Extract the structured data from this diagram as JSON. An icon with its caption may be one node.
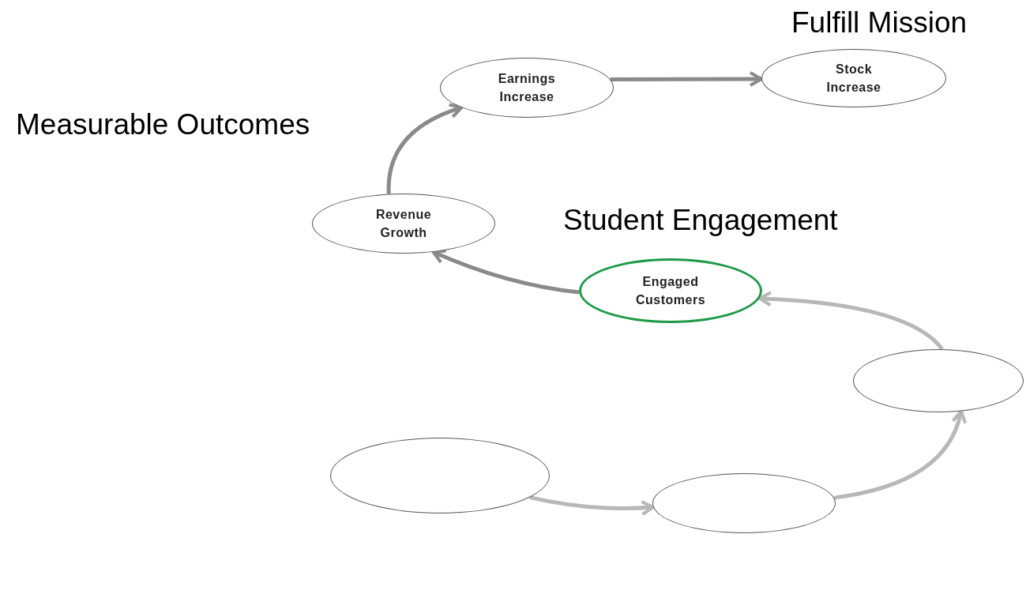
{
  "diagram": {
    "nodes": [
      {
        "text": [
          "Earnings Increase"
        ]
      },
      {
        "text": [
          "Stock Increase"
        ]
      },
      {
        "text": [
          "Revenue Growth"
        ]
      },
      {
        "text": [
          "Engaged Customers"
        ]
      },
      {
        "text": [],
        "shape": "ellipse"
      },
      {
        "text": [],
        "shape": "ellipse"
      },
      {
        "text": [],
        "shape": "ellipse"
      }
    ],
    "edges": [
      {
        "from": 5,
        "to": 6,
        "arrow": "to",
        "color": "#b8b8b8"
      },
      {
        "from": 6,
        "to": 4,
        "arrow": "to",
        "color": "#b8b8b8"
      },
      {
        "from": 4,
        "to": 3,
        "arrow": "to",
        "color": "#b8b8b8"
      },
      {
        "from": 3,
        "to": 2,
        "arrow": "to"
      },
      {
        "from": 2,
        "to": 0,
        "arrow": "to"
      },
      {
        "from": 0,
        "to": 1,
        "arrow": "to"
      }
    ],
    "labels": [
      "Fulfill Mission",
      "Measurable Outcomes",
      "Student Engagement"
    ]
  }
}
